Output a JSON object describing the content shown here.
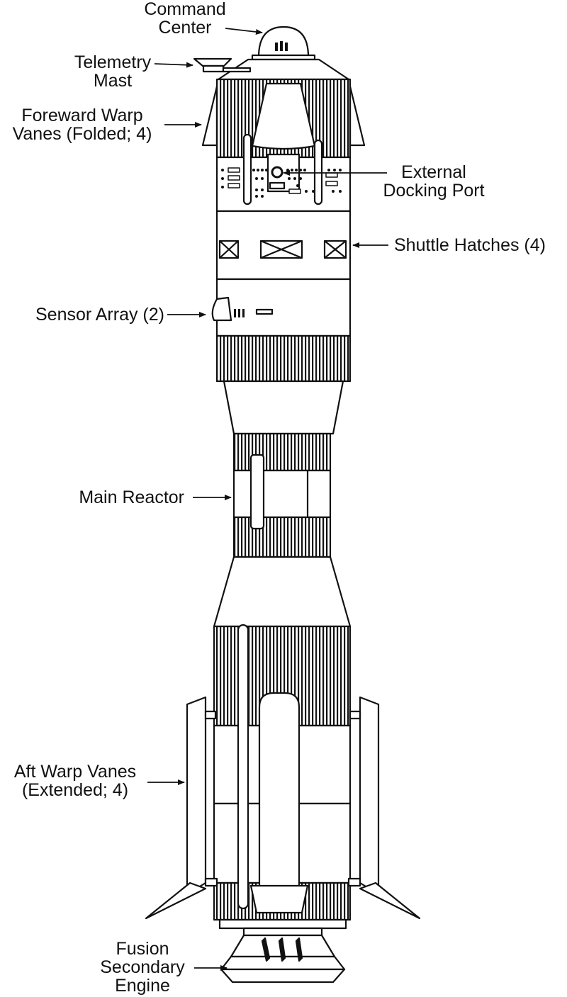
{
  "labels": {
    "command_center": [
      "Command",
      "Center"
    ],
    "telemetry_mast": [
      "Telemetry",
      "Mast"
    ],
    "forward_warp_vanes": [
      "Foreward Warp",
      "Vanes (Folded; 4)"
    ],
    "external_docking_port": [
      "External",
      "Docking Port"
    ],
    "shuttle_hatches": [
      "Shuttle Hatches (4)"
    ],
    "sensor_array": [
      "Sensor Array (2)"
    ],
    "main_reactor": [
      "Main Reactor"
    ],
    "aft_warp_vanes": [
      "Aft Warp Vanes",
      "(Extended; 4)"
    ],
    "fusion_secondary_engine": [
      "Fusion",
      "Secondary",
      "Engine"
    ]
  },
  "colors": {
    "ink": "#111111",
    "paper": "#ffffff"
  }
}
